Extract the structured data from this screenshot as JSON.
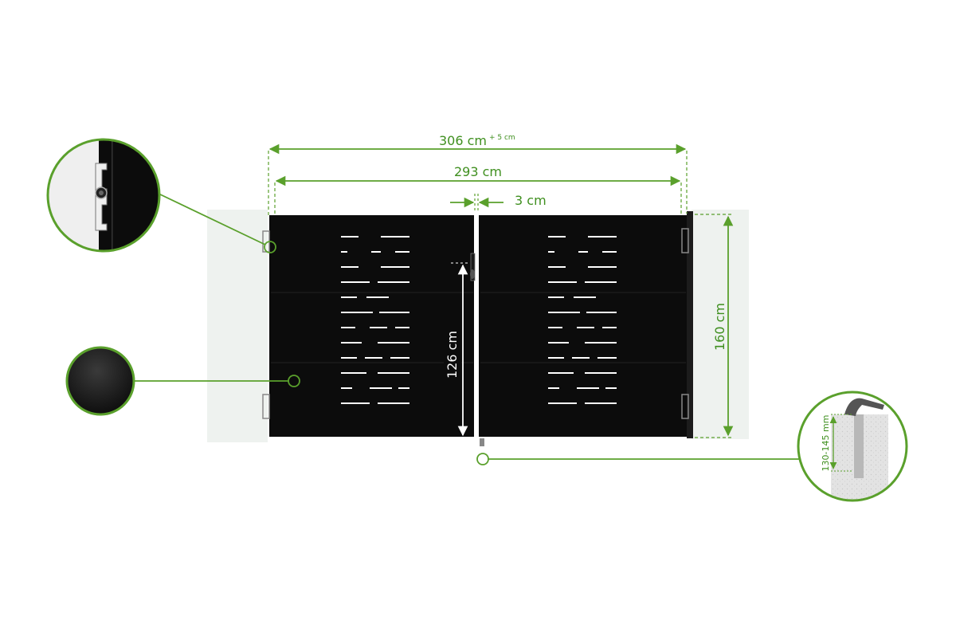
{
  "dimensions": {
    "overall_width": {
      "value": "306 cm",
      "tolerance": "+ 5 cm"
    },
    "gate_width": "293 cm",
    "center_gap": "3 cm",
    "gate_height": "160 cm",
    "lock_height": "126 cm",
    "ground_bolt_depth": "130-145 mm"
  },
  "colors": {
    "accent": "#5aa02c",
    "dimension_text": "#3f8f1f",
    "panel": "#0c0c0c",
    "pillar": "#eef2ef"
  },
  "callouts": [
    {
      "name": "hinge-detail",
      "icon": "hinge-closeup-icon"
    },
    {
      "name": "color-swatch",
      "icon": "black-color-swatch-icon"
    },
    {
      "name": "ground-bolt-detail",
      "icon": "ground-bolt-concrete-icon"
    }
  ]
}
